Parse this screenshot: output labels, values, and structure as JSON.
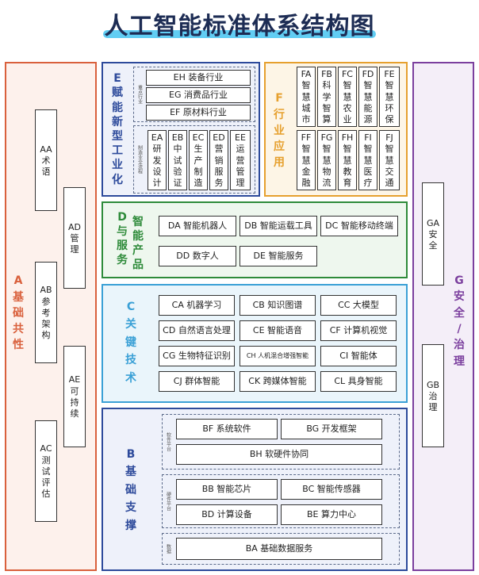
{
  "title": "人工智能标准体系结构图",
  "colors": {
    "A": "#d9603c",
    "E": "#2d4a9b",
    "F": "#e6a02e",
    "G": "#7b3f9e",
    "D": "#2e8b3a",
    "C": "#3aa0d6",
    "B": "#2d4a9b"
  },
  "A": {
    "label": [
      "A",
      "基",
      "础",
      "共",
      "性"
    ],
    "items": [
      {
        "code": "AA",
        "lines": [
          "术",
          "语"
        ]
      },
      {
        "code": "AB",
        "lines": [
          "参",
          "考",
          "架",
          "构"
        ]
      },
      {
        "code": "AC",
        "lines": [
          "测",
          "试",
          "评",
          "估"
        ]
      },
      {
        "code": "AD",
        "lines": [
          "管",
          "理"
        ]
      },
      {
        "code": "AE",
        "lines": [
          "可",
          "持",
          "续"
        ]
      }
    ]
  },
  "E": {
    "label": [
      "E",
      "赋",
      "能",
      "新",
      "型",
      "工",
      "业",
      "化"
    ],
    "group1": "重点行业",
    "group2": "制造业全流程",
    "rows": [
      "EH  装备行业",
      "EG  消费品行业",
      "EF  原材料行业"
    ],
    "cols": [
      {
        "code": "EA",
        "lines": [
          "研",
          "发",
          "设",
          "计"
        ]
      },
      {
        "code": "EB",
        "lines": [
          "中",
          "试",
          "验",
          "证"
        ]
      },
      {
        "code": "EC",
        "lines": [
          "生",
          "产",
          "制",
          "造"
        ]
      },
      {
        "code": "ED",
        "lines": [
          "营",
          "销",
          "服",
          "务"
        ]
      },
      {
        "code": "EE",
        "lines": [
          "运",
          "营",
          "管",
          "理"
        ]
      }
    ]
  },
  "F": {
    "label": [
      "F",
      "行",
      "业",
      "应",
      "用"
    ],
    "top": [
      {
        "code": "FA",
        "lines": [
          "智",
          "慧",
          "城",
          "市"
        ]
      },
      {
        "code": "FB",
        "lines": [
          "科",
          "学",
          "智",
          "算"
        ]
      },
      {
        "code": "FC",
        "lines": [
          "智",
          "慧",
          "农",
          "业"
        ]
      },
      {
        "code": "FD",
        "lines": [
          "智",
          "慧",
          "能",
          "源"
        ]
      },
      {
        "code": "FE",
        "lines": [
          "智",
          "慧",
          "环",
          "保"
        ]
      }
    ],
    "bottom": [
      {
        "code": "FF",
        "lines": [
          "智",
          "慧",
          "金",
          "融"
        ]
      },
      {
        "code": "FG",
        "lines": [
          "智",
          "慧",
          "物",
          "流"
        ]
      },
      {
        "code": "FH",
        "lines": [
          "智",
          "慧",
          "教",
          "育"
        ]
      },
      {
        "code": "FI",
        "lines": [
          "智",
          "慧",
          "医",
          "疗"
        ]
      },
      {
        "code": "FJ",
        "lines": [
          "智",
          "慧",
          "交",
          "通"
        ]
      }
    ]
  },
  "G": {
    "label": [
      "G",
      "安",
      "全",
      "/",
      "治",
      "理"
    ],
    "items": [
      {
        "code": "GA",
        "lines": [
          "安",
          "全"
        ]
      },
      {
        "code": "GB",
        "lines": [
          "治",
          "理"
        ]
      }
    ]
  },
  "D": {
    "label1": [
      "D",
      "与",
      "服",
      "务"
    ],
    "label2": [
      "智",
      "能",
      "产",
      "品"
    ],
    "items": [
      "DA 智能机器人",
      "DB 智能运载工具",
      "DC 智能移动终端",
      "DD 数字人",
      "DE 智能服务"
    ]
  },
  "C": {
    "label": [
      "C",
      "关",
      "键",
      "技",
      "术"
    ],
    "items": [
      "CA 机器学习",
      "CB 知识图谱",
      "CC 大模型",
      "CD 自然语言处理",
      "CE 智能语音",
      "CF 计算机视觉",
      "CG 生物特征识别",
      "CH 人机混合增强智能",
      "CI 智能体",
      "CJ 群体智能",
      "CK 跨媒体智能",
      "CL 具身智能"
    ]
  },
  "B": {
    "label": [
      "B",
      "基",
      "础",
      "支",
      "撑"
    ],
    "group1": "软件平台",
    "group2": "硬件平台",
    "group3": "数据",
    "items": [
      "BF 系统软件",
      "BG 开发框架",
      "BH 软硬件协同",
      "BB 智能芯片",
      "BC 智能传感器",
      "BD 计算设备",
      "BE 算力中心",
      "BA  基础数据服务"
    ]
  }
}
